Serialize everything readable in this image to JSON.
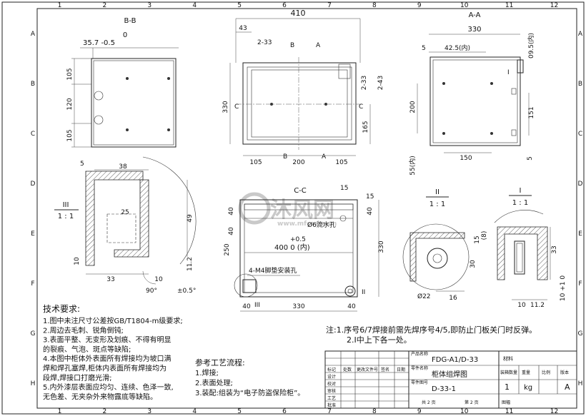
{
  "grid": {
    "cols": [
      "1",
      "2",
      "3",
      "4",
      "5",
      "6",
      "7",
      "8",
      "9",
      "10",
      "11",
      "12"
    ],
    "rows": [
      "A",
      "B",
      "C",
      "D",
      "E",
      "F",
      "G",
      "H"
    ]
  },
  "views": {
    "bb": {
      "title": "B-B",
      "tol_top": "0",
      "tol_main": "35.7 -0.5",
      "dim_105a": "105",
      "dim_120": "120",
      "dim_105b": "105"
    },
    "front": {
      "dim_410": "410",
      "dim_43": "43",
      "dim_2_33": "2-33",
      "lbl_b_top": "B",
      "lbl_a_top": "A",
      "dim_330": "330",
      "lbl_c_left": "C",
      "lbl_c_right": "C",
      "dim_r_2_33": "2-33",
      "dim_r_2_43": "2-43",
      "dim_165": "165",
      "lbl_b_bot": "B",
      "lbl_a_bot": "A",
      "dim_105a": "105",
      "dim_200": "200",
      "dim_105b": "105"
    },
    "aa": {
      "title": "A-A",
      "dim_330": "330",
      "dim_5": "5",
      "dim_425": "42.5(内)",
      "dim_095": "09.5(内)",
      "lbl_i": "I",
      "dim_200": "200",
      "dim_151": "151",
      "dim_150": "150",
      "dim_55": "55(内)",
      "dim_5b": "5"
    },
    "detail3": {
      "title": "III",
      "scale": "1 : 1",
      "dim_5": "5",
      "dim_38": "38",
      "dim_25": "25",
      "dim_49": "49",
      "dim_10": "10",
      "dim_112": "11.2",
      "dim_33": "33",
      "dim_10b": "10",
      "angle": "90°",
      "angle_tol": "±0.5°"
    },
    "cc": {
      "title": "C-C",
      "dim_15": "15",
      "dim_40a": "40",
      "dim_40b": "40",
      "hole_note": "Ø6流水孔",
      "tol": "+0.5",
      "dim_400": "400  0  (内)",
      "dim_250": "250",
      "dim_330": "330",
      "dim_15b": "15",
      "dim_40c": "40",
      "foot_note": "4-M4脚垫安装孔",
      "lbl_iii": "III",
      "lbl_ii": "II",
      "dim_40d": "40",
      "dim_330b": "330",
      "dim_40e": "40"
    },
    "detail2": {
      "title": "II",
      "scale": "1 : 1",
      "dim_22": "Ø22",
      "dim_16": "16",
      "dim_30": "30",
      "dim_15": "15",
      "dim_8": "(8)"
    },
    "detail1": {
      "title": "I",
      "scale": "1 : 1",
      "dim_33": "33",
      "dim_10": "10",
      "dim_112": "11.2",
      "dim_101": "10 +1 0"
    }
  },
  "tech": {
    "title": "技术要求:",
    "lines": [
      "1.图中未注尺寸公差按GB/T1804-m级要求;",
      "2.周边去毛刺、锐角倒钝;",
      "3.表面平整、无变形及划痕、不得有明显",
      "的裂痕、气泡、斑点等缺陷;",
      "4.本图中柜体外表面所有焊接均为坡口满",
      "焊和焊孔塞焊,柜体内表面所有焊接均为",
      "段焊,焊接口打磨光滑;",
      "5.内外漆层表面应均匀、连续、色泽一致,",
      "无色差、无夹杂外来物露底等缺陷。"
    ]
  },
  "process": {
    "title": "参考工艺流程:",
    "lines": [
      "1.焊接;",
      "2.表面处理;",
      "3.装配:组装为“电子防盗保险柜”。"
    ]
  },
  "note": {
    "lines": [
      "注:1.序号6/7焊接前需先焊序号4/5,即防止门板关门时反弹。",
      "2.I中上下各一处。"
    ]
  },
  "title_block": {
    "code": "FDG-A1/D-33",
    "material_label": "材料",
    "name": "柜体组焊图",
    "qty_label": "装箱数量",
    "weight_label": "重量",
    "scale_label": "比例",
    "version_label": "版本",
    "qty": "1",
    "weight": "kg",
    "version": "A",
    "drawing_no": "D-33-1",
    "sheet_total": "共 2 页",
    "sheet_no": "第 2 页",
    "grade_label": "图幅",
    "row_labels": [
      "标记",
      "处数",
      "更改文件号",
      "签名",
      "日期"
    ],
    "role_labels": [
      "设计",
      "校对",
      "审核",
      "工艺",
      "批准"
    ],
    "mini_labels": [
      "产品名称",
      "零件名称",
      "零件图号"
    ]
  },
  "watermark": {
    "brand": "沐风网",
    "site": "www.mfcad.com"
  }
}
